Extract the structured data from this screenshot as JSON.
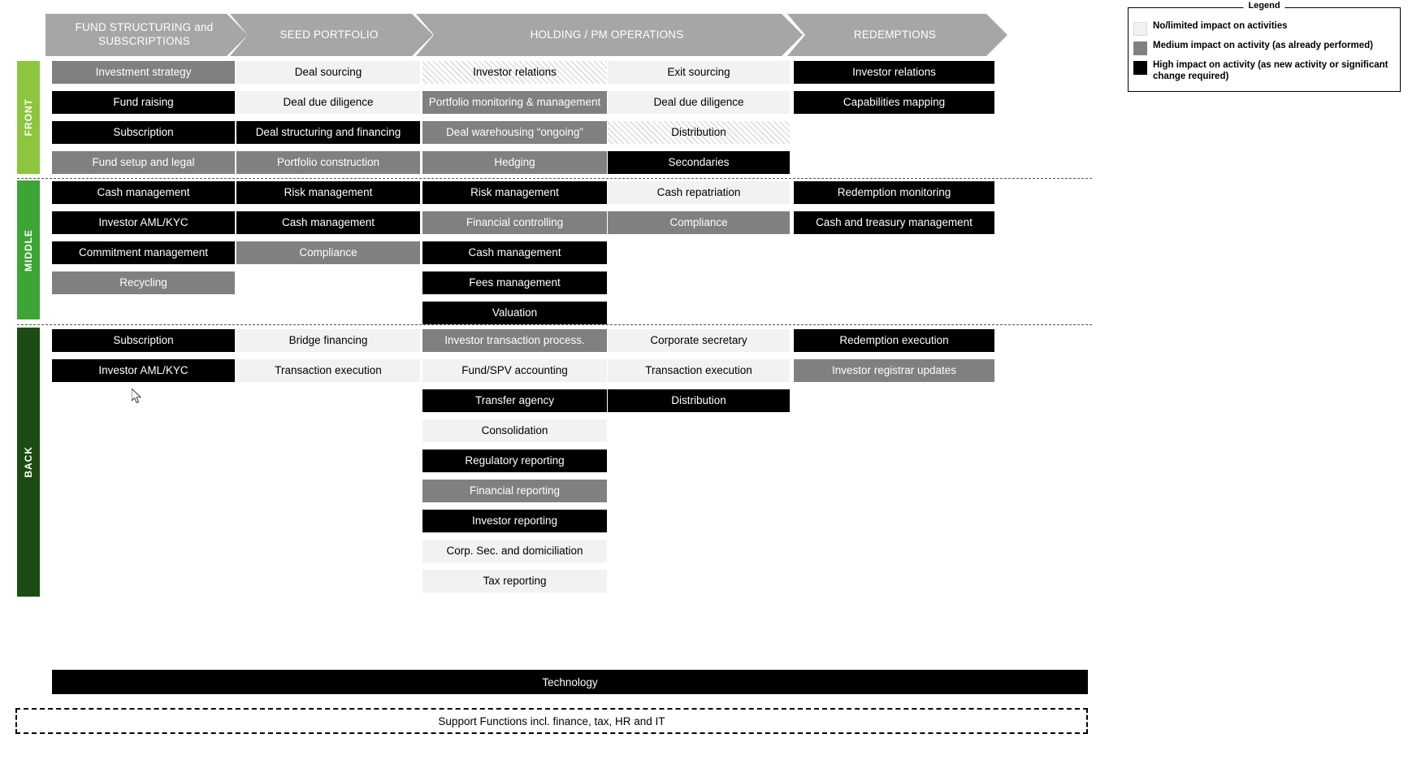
{
  "legend": {
    "title": "Legend",
    "items": [
      {
        "swatch": "low",
        "label": "No/limited impact on activities"
      },
      {
        "swatch": "med",
        "label": "Medium impact on activity (as already performed)"
      },
      {
        "swatch": "high",
        "label": "High impact on activity (as new activity or significant change required)"
      }
    ]
  },
  "phases": [
    {
      "label": "FUND STRUCTURING and SUBSCRIPTIONS"
    },
    {
      "label": "SEED PORTFOLIO"
    },
    {
      "label": "HOLDING / PM OPERATIONS"
    },
    {
      "label": "REDEMPTIONS"
    }
  ],
  "lanes": [
    {
      "name": "FRONT"
    },
    {
      "name": "MIDDLE"
    },
    {
      "name": "BACK"
    }
  ],
  "chart_data": {
    "type": "table",
    "title": "Fund value chain activities by impact level",
    "columns": [
      "FUND STRUCTURING and SUBSCRIPTIONS",
      "SEED PORTFOLIO",
      "HOLDING / PM OPERATIONS (A)",
      "HOLDING / PM OPERATIONS (B)",
      "REDEMPTIONS"
    ],
    "rows": [
      "FRONT",
      "MIDDLE",
      "BACK"
    ],
    "legend_levels": [
      "low",
      "med",
      "high",
      "hatch"
    ]
  },
  "grid": {
    "front": [
      [
        {
          "label": "Investment strategy",
          "level": "med"
        },
        {
          "label": "Fund raising",
          "level": "high"
        },
        {
          "label": "Subscription",
          "level": "high"
        },
        {
          "label": "Fund setup and legal",
          "level": "med"
        }
      ],
      [
        {
          "label": "Deal sourcing",
          "level": "low"
        },
        {
          "label": "Deal due diligence",
          "level": "low"
        },
        {
          "label": "Deal structuring  and financing",
          "level": "high"
        },
        {
          "label": "Portfolio construction",
          "level": "med"
        }
      ],
      [
        {
          "label": "Investor relations",
          "level": "hatch"
        },
        {
          "label": "Portfolio monitoring  & management",
          "level": "med"
        },
        {
          "label": "Deal warehousing “ongoing”",
          "level": "med"
        },
        {
          "label": "Hedging",
          "level": "med"
        }
      ],
      [
        {
          "label": "Exit sourcing",
          "level": "low"
        },
        {
          "label": "Deal due diligence",
          "level": "low"
        },
        {
          "label": "Distribution",
          "level": "hatch"
        },
        {
          "label": "Secondaries",
          "level": "high"
        }
      ],
      [
        {
          "label": "Investor relations",
          "level": "high"
        },
        {
          "label": "Capabilities mapping",
          "level": "high"
        }
      ]
    ],
    "middle": [
      [
        {
          "label": "Cash management",
          "level": "high"
        },
        {
          "label": "Investor AML/KYC",
          "level": "high"
        },
        {
          "label": "Commitment management",
          "level": "high"
        },
        {
          "label": "Recycling",
          "level": "med"
        }
      ],
      [
        {
          "label": "Risk management",
          "level": "high"
        },
        {
          "label": "Cash management",
          "level": "high"
        },
        {
          "label": "Compliance",
          "level": "med"
        }
      ],
      [
        {
          "label": "Risk management",
          "level": "high"
        },
        {
          "label": "Financial controlling",
          "level": "med"
        },
        {
          "label": "Cash management",
          "level": "high"
        },
        {
          "label": "Fees management",
          "level": "high"
        },
        {
          "label": "Valuation",
          "level": "high"
        }
      ],
      [
        {
          "label": "Cash repatriation",
          "level": "low"
        },
        {
          "label": "Compliance",
          "level": "med"
        }
      ],
      [
        {
          "label": "Redemption monitoring",
          "level": "high"
        },
        {
          "label": "Cash and treasury management",
          "level": "high"
        }
      ]
    ],
    "back": [
      [
        {
          "label": "Subscription",
          "level": "high"
        },
        {
          "label": "Investor AML/KYC",
          "level": "high"
        }
      ],
      [
        {
          "label": "Bridge financing",
          "level": "low"
        },
        {
          "label": "Transaction execution",
          "level": "low"
        }
      ],
      [
        {
          "label": "Investor transaction process.",
          "level": "med"
        },
        {
          "label": "Fund/SPV accounting",
          "level": "low"
        },
        {
          "label": "Transfer agency",
          "level": "high"
        },
        {
          "label": "Consolidation",
          "level": "low"
        },
        {
          "label": "Regulatory reporting",
          "level": "high"
        },
        {
          "label": "Financial reporting",
          "level": "med"
        },
        {
          "label": "Investor reporting",
          "level": "high"
        },
        {
          "label": "Corp. Sec. and domiciliation",
          "level": "low"
        },
        {
          "label": "Tax reporting",
          "level": "low"
        }
      ],
      [
        {
          "label": "Corporate secretary",
          "level": "low"
        },
        {
          "label": "Transaction execution",
          "level": "low"
        },
        {
          "label": "Distribution",
          "level": "high"
        }
      ],
      [
        {
          "label": "Redemption execution",
          "level": "high"
        },
        {
          "label": "Investor registrar updates",
          "level": "med"
        }
      ]
    ]
  },
  "footer": {
    "technology": "Technology",
    "support": "Support Functions incl. finance, tax, HR and IT"
  },
  "colors": {
    "lane_front": "#8CC63E",
    "lane_middle": "#3DA536",
    "lane_back": "#1B4D13",
    "chevron": "#a6a6a6",
    "low": "#f2f2f2",
    "med": "#808080",
    "high": "#000000"
  }
}
